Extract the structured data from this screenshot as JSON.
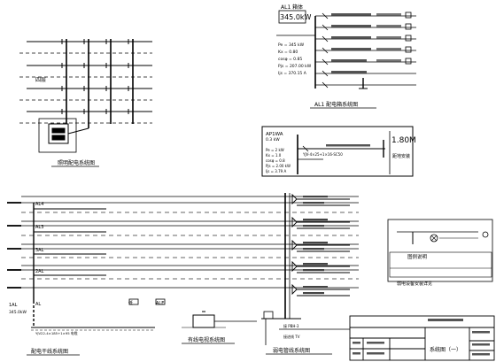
{
  "panel_top_right": {
    "board_name": "AL1 箱体",
    "power": "345.0kW",
    "params": [
      "Pe = 345 kW",
      "Kx = 0.80",
      "cosφ = 0.85",
      "Pjs = 207.00 kW",
      "Ijs = 370.15 A"
    ],
    "caption": "AL1 配电箱系统图"
  },
  "panel_middle_right": {
    "board_name": "AP1WA",
    "board_sub": "0.3 kW",
    "params": [
      "Pe = 2 kW",
      "Kx = 1.0",
      "cosφ = 0.8",
      "Pjs = 2.00 kW",
      "Ijs = 3.79 A"
    ],
    "main_cable": "YJV-4×25+1×16-SC50",
    "height": "1.80M",
    "height_note": "距地安装"
  },
  "panel_top_left": {
    "floor_label": "四层",
    "caption": "照明配电系统图"
  },
  "panel_bottom_left": {
    "floor_labels": [
      "AL4",
      "AL3",
      "3AL",
      "2AL",
      "1AL",
      "AL"
    ],
    "bottom_note": "YJV22-4×185+1×95 电缆",
    "source_value": "345.0kW",
    "caption": "配电干线系统图"
  },
  "panel_bottom_center": {
    "labels": [
      "低",
      "ALE"
    ],
    "caption": "有线电视系统图"
  },
  "panel_bottom_right_risers": {
    "caption": "弱电管线系统图",
    "bottom_labels": [
      "接 PBH-3",
      "接进线 TV"
    ]
  },
  "panel_legend": {
    "caption": "图例说明",
    "note": "弱电设备安装详见"
  },
  "title_block": {
    "drawing_name": "系统图（一）"
  }
}
